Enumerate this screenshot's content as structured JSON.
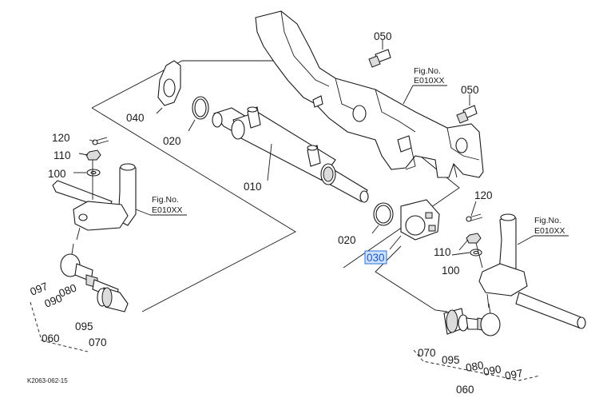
{
  "labels": {
    "p050_a": "050",
    "p050_b": "050",
    "p040": "040",
    "p020_a": "020",
    "p020_b": "020",
    "p010": "010",
    "p030": "030",
    "p120_l": "120",
    "p110_l": "110",
    "p100_l": "100",
    "p097_l": "097",
    "p090_l": "090",
    "p080_l": "080",
    "p095_l": "095",
    "p070_l": "070",
    "p060_l": "060",
    "p120_r": "120",
    "p110_r": "110",
    "p100_r": "100",
    "p070_r": "070",
    "p095_r": "095",
    "p080_r": "080",
    "p090_r": "090",
    "p097_r": "097",
    "p060_r": "060"
  },
  "figrefs": {
    "top_fig": "Fig.No.",
    "top_code": "E010XX",
    "left_fig": "Fig.No.",
    "left_code": "E010XX",
    "right_fig": "Fig.No.",
    "right_code": "E010XX"
  },
  "image_code": "K2063-062-15",
  "selected_part": "030",
  "colors": {
    "highlight_fill": "#cfe3ff",
    "highlight_stroke": "#2a6fd6",
    "line": "#1a1a1a"
  }
}
